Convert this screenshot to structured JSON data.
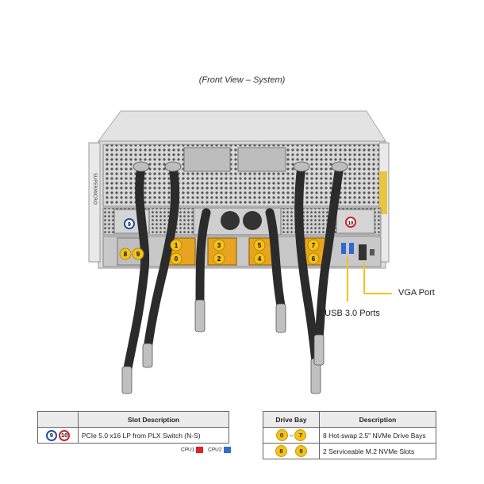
{
  "caption": "(Front View – System)",
  "callouts": {
    "vga_port": "VGA Port",
    "usb_ports": "2 USB 3.0 Ports"
  },
  "chassis": {
    "brand_text": "SUPERMICRO"
  },
  "badges": {
    "drive_bays": [
      "0",
      "1",
      "2",
      "3",
      "4",
      "5",
      "6",
      "7"
    ],
    "m2_slots": [
      "8",
      "9"
    ],
    "pcie_slots": [
      "9",
      "10"
    ]
  },
  "slot_table": {
    "header": [
      "",
      "Slot Description"
    ],
    "rows": [
      {
        "badges": [
          "9",
          "10"
        ],
        "description": "PCIe 5.0 x16 LP from PLX Switch (N-S)"
      }
    ]
  },
  "cpu_legend": {
    "items": [
      {
        "label": "CPU1",
        "color": "#e0202a"
      },
      {
        "label": "CPU2",
        "color": "#2f6fd0"
      }
    ]
  },
  "drive_table": {
    "header": [
      "Drive Bay",
      "Description"
    ],
    "rows": [
      {
        "badge_from": "0",
        "separator": "~",
        "badge_to": "7",
        "description": "8 Hot-swap 2.5\" NVMe Drive Bays"
      },
      {
        "badge_from": "8",
        "separator": "",
        "badge_to": "9",
        "description": "2 Serviceable M.2 NVMe Slots"
      }
    ]
  },
  "colors": {
    "badge_yellow": "#f4c21a",
    "cpu1_red": "#d0202a",
    "cpu2_blue": "#1f4ea8"
  }
}
